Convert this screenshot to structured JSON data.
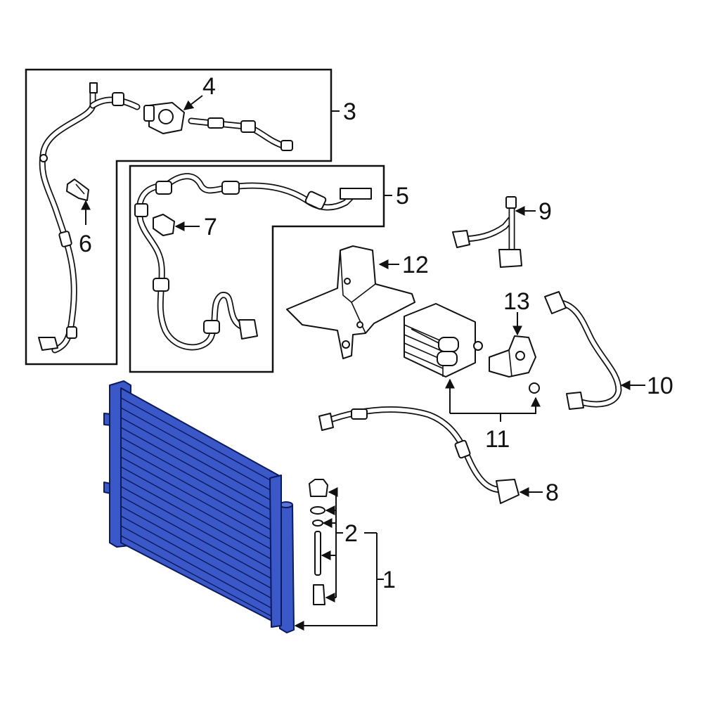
{
  "callouts": {
    "c1": "1",
    "c2": "2",
    "c3": "3",
    "c4": "4",
    "c5": "5",
    "c6": "6",
    "c7": "7",
    "c8": "8",
    "c9": "9",
    "c10": "10",
    "c11": "11",
    "c12": "12",
    "c13": "13"
  },
  "colors": {
    "highlight": "#3a58c8",
    "highlight_dark": "#0b1a5c",
    "line": "#111111",
    "background": "#ffffff"
  }
}
